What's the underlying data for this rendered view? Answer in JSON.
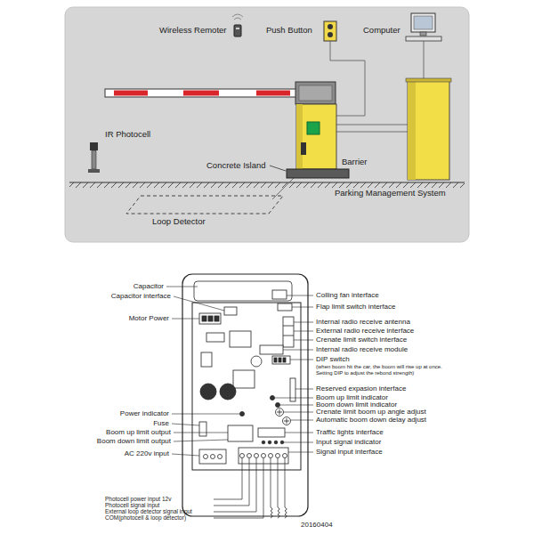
{
  "diagram": {
    "labels": [
      "Wireless Remoter",
      "Push Button",
      "Computer",
      "IR Photocell",
      "Concrete Island",
      "Barrier",
      "Parking Management System",
      "Loop Detector",
      "Capacitor",
      "Capacitor interface",
      "Motor Power",
      "Power indicator",
      "Fuse",
      "Boom up limit output",
      "Boom down limit output",
      "AC 220v input",
      "Colling fan interface",
      "Flap limit switch interface",
      "Internal radio receive antenna",
      "External radio receive interface",
      "Crenate limit switch interface",
      "Internal radio receive module",
      "DIP switch",
      "(when boom hit the car, the boom will rise up at once. Setting DIP to adjust the rebond strength)",
      "Reserved expasion interface",
      "Boom up limit indicator",
      "Boom down limit indicator",
      "Crenate limit boom up angle adjust",
      "Automatic boom down delay adjust",
      "Traffic lights interface",
      "Input signal indicator",
      "Signal input interface",
      "Photocell power input 12v",
      "Photocell signal input",
      "External loop detector signal input",
      "COM(photocell & loop detector)",
      "20160404"
    ]
  }
}
